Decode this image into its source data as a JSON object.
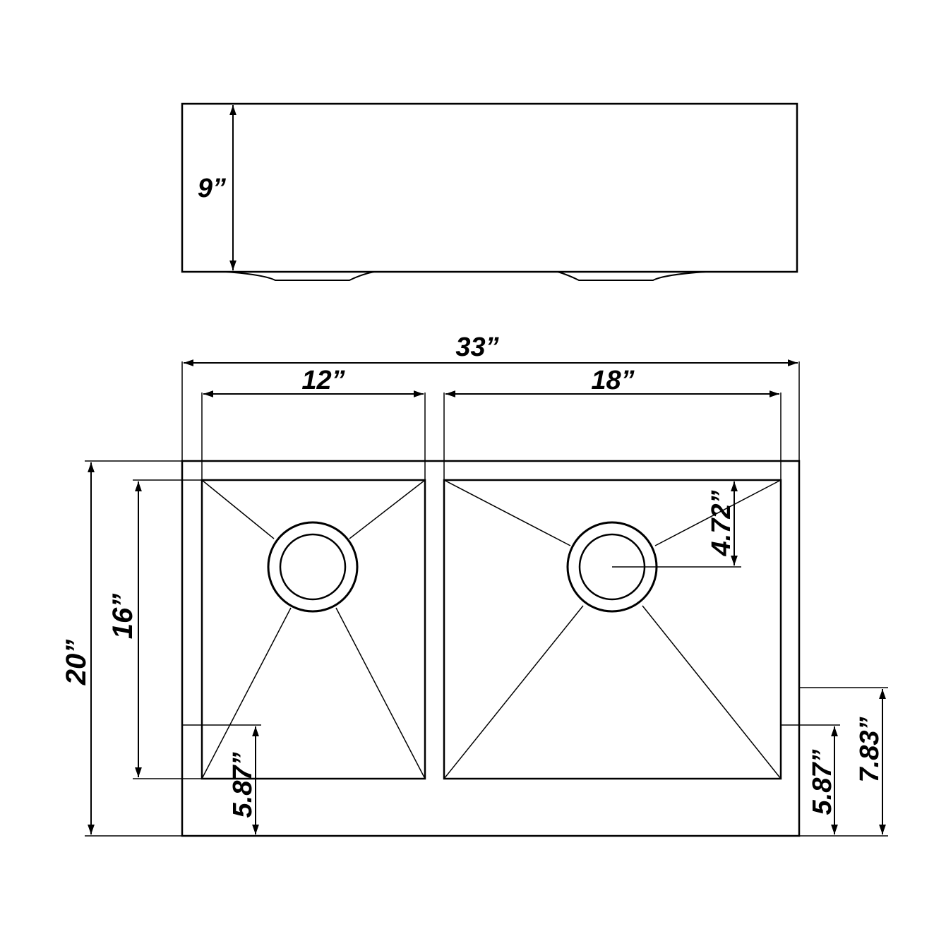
{
  "colors": {
    "line": "#000000",
    "background": "#ffffff"
  },
  "front_view": {
    "height_label": "9”"
  },
  "top_view": {
    "overall_width_label": "33”",
    "left_bowl_width_label": "12”",
    "right_bowl_width_label": "18”",
    "overall_depth_label": "20”",
    "bowl_depth_label": "16”",
    "drain_offset_label": "4.72”",
    "left_bottom_label": "5.87”",
    "right_bottom_label": "5.87”",
    "right_edge_label": "7.83”"
  }
}
